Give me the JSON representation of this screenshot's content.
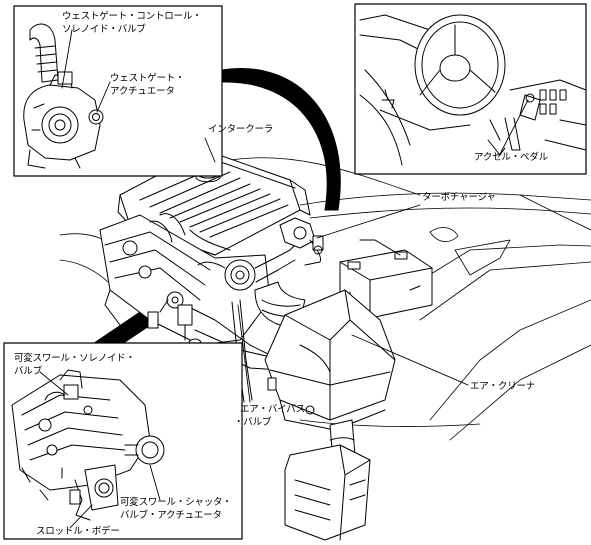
{
  "labels": {
    "wastegate_control_solenoid_l1": "ウェストゲート・コントロール・",
    "wastegate_control_solenoid_l2": "ソレノイド・バルブ",
    "wastegate_actuator_l1": "ウェストゲート・",
    "wastegate_actuator_l2": "アクチュエータ",
    "intercooler": "インタークーラ",
    "accelerator_pedal": "アクセル・ペダル",
    "turbocharger": "ターボチャージャ",
    "variable_swirl_solenoid_l1": "可変スワール・ソレノイド・",
    "variable_swirl_solenoid_l2": "バルブ",
    "air_cleaner": "エア・クリーナ",
    "air_bypass_l1": "エア・バイパス",
    "air_bypass_l2": "・バルブ",
    "variable_swirl_actuator_l1": "可変スワール・シャッタ・",
    "variable_swirl_actuator_l2": "バルブ・アクチュエータ",
    "throttle_body": "スロットル・ボデー"
  }
}
